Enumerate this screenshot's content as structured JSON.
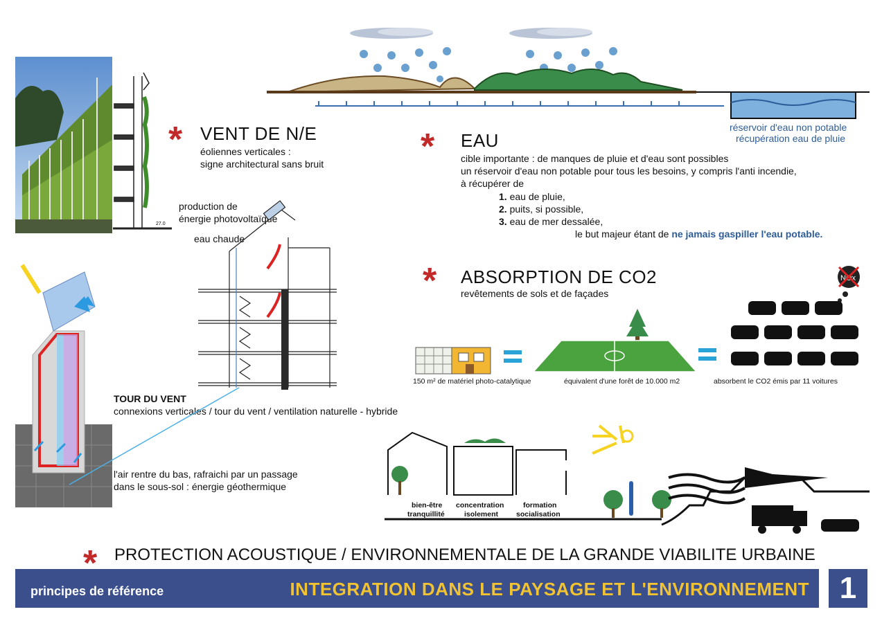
{
  "wind": {
    "title": "VENT DE N/E",
    "line1": "éoliennes verticales :",
    "line2": "signe architectural sans bruit",
    "drawing_label": "27.0"
  },
  "solar": {
    "line1": "production de",
    "line2": "énergie photovoltaïque",
    "hot_water": "eau chaude"
  },
  "tower": {
    "title": "TOUR DU VENT",
    "subtitle": "connexions verticales / tour du vent / ventilation naturelle - hybride",
    "air1": "l'air rentre du bas, rafraichi par un passage",
    "air2": "dans le sous-sol : énergie géothermique"
  },
  "reservoir": {
    "line1": "réservoir d'eau non potable",
    "line2": "récupération eau de pluie"
  },
  "water": {
    "title": "EAU",
    "line1": "cible importante : de manques de pluie et d'eau sont possibles",
    "line2": "un réservoir d'eau non potable pour tous les besoins, y compris l'anti incendie,",
    "line3": "à récupérer de",
    "items": [
      {
        "num": "1.",
        "text": " eau de pluie,"
      },
      {
        "num": "2.",
        "text": " puits, si possible,"
      },
      {
        "num": "3.",
        "text": " eau de mer dessalée,"
      }
    ],
    "goal_prefix": "le but majeur étant de ",
    "goal_emph": "ne jamais gaspiller l'eau potable."
  },
  "co2": {
    "title": "ABSORPTION DE CO2",
    "subtitle": "revêtements de sols et de façades",
    "nox": "NOx",
    "cap1": "150 m² de matériel photo-catalytique",
    "cap2": "équivalent d'une forêt de 10.000 m2",
    "cap3": "absorbent le CO2 émis par 11 voitures"
  },
  "acoustic": {
    "rooms": [
      {
        "l1": "bien-être",
        "l2": "tranquillité"
      },
      {
        "l1": "concentration",
        "l2": "isolement"
      },
      {
        "l1": "formation",
        "l2": "socialisation"
      }
    ],
    "title": "PROTECTION ACOUSTIQUE / ENVIRONNEMENTALE DE LA GRANDE VIABILITE URBAINE"
  },
  "footer": {
    "left": "principes de référence",
    "right": "INTEGRATION DANS LE PAYSAGE ET L'ENVIRONNEMENT",
    "page": "1"
  },
  "colors": {
    "accent_red": "#c22a2a",
    "footer_blue": "#3a4f8c",
    "footer_yellow": "#f1c232",
    "text_blue": "#2c5d9a"
  }
}
